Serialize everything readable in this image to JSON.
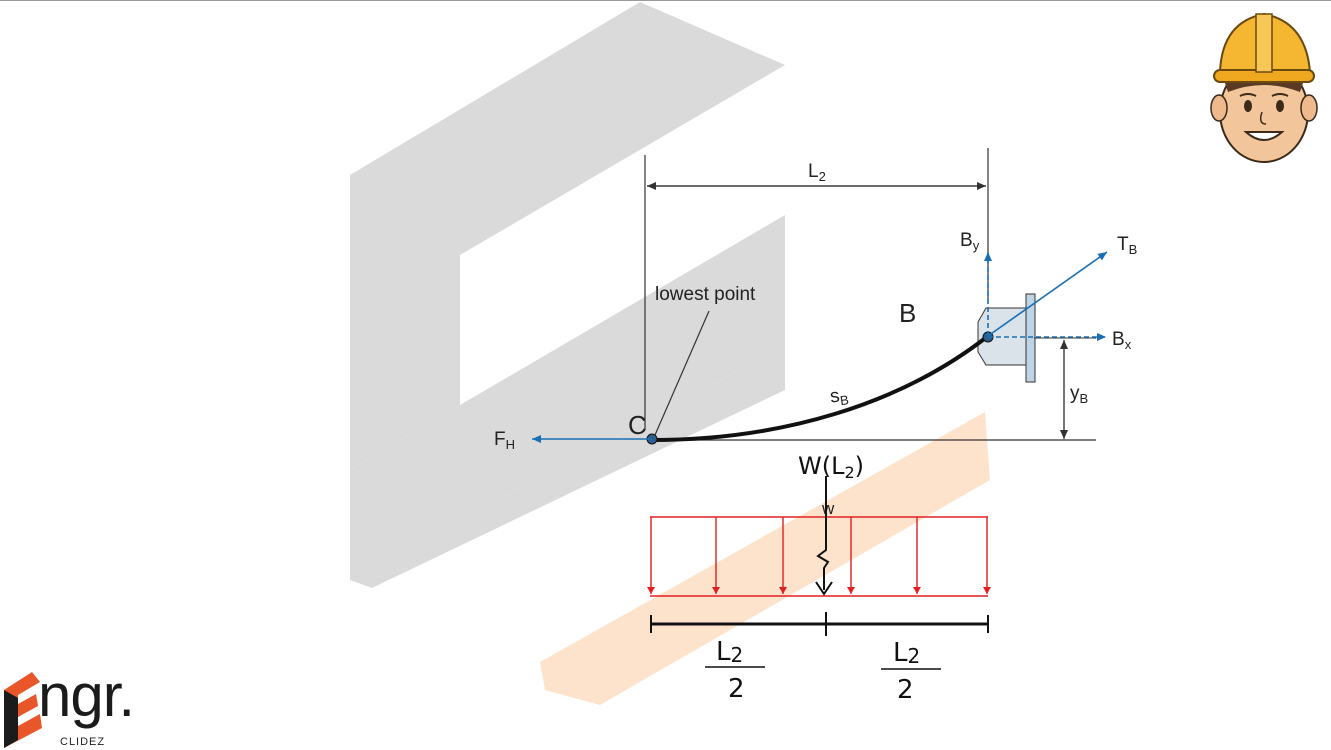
{
  "labels": {
    "L2_top": "L",
    "L2_top_sub": "2",
    "By": "B",
    "By_sub": "y",
    "TB": "T",
    "TB_sub": "B",
    "Bx": "B",
    "Bx_sub": "x",
    "B": "B",
    "lowest_point": "lowest point",
    "sB": "s",
    "sB_sub": "B",
    "yB": "y",
    "yB_sub": "B",
    "C": "C",
    "FH": "F",
    "FH_sub": "H",
    "W": "W(L",
    "W_sub": "2",
    "W_close": ")",
    "w": "w",
    "half_left_num": "L",
    "half_left_num_sub": "2",
    "half_left_den": "2",
    "half_right_num": "L",
    "half_right_num_sub": "2",
    "half_right_den": "2"
  },
  "brand": {
    "word": "ngr.",
    "sub": "CLIDEZ"
  },
  "colors": {
    "force_blue": "#1a6fb4",
    "load_red": "#e02020",
    "dimension": "#333333",
    "watermark_gray": "#d9d9d9",
    "watermark_orange": "#fde3cc",
    "brand_orange": "#e8562a"
  },
  "icons": {
    "mascot": "engineer-face-hardhat-icon",
    "logo": "engr-e-logo-icon"
  }
}
